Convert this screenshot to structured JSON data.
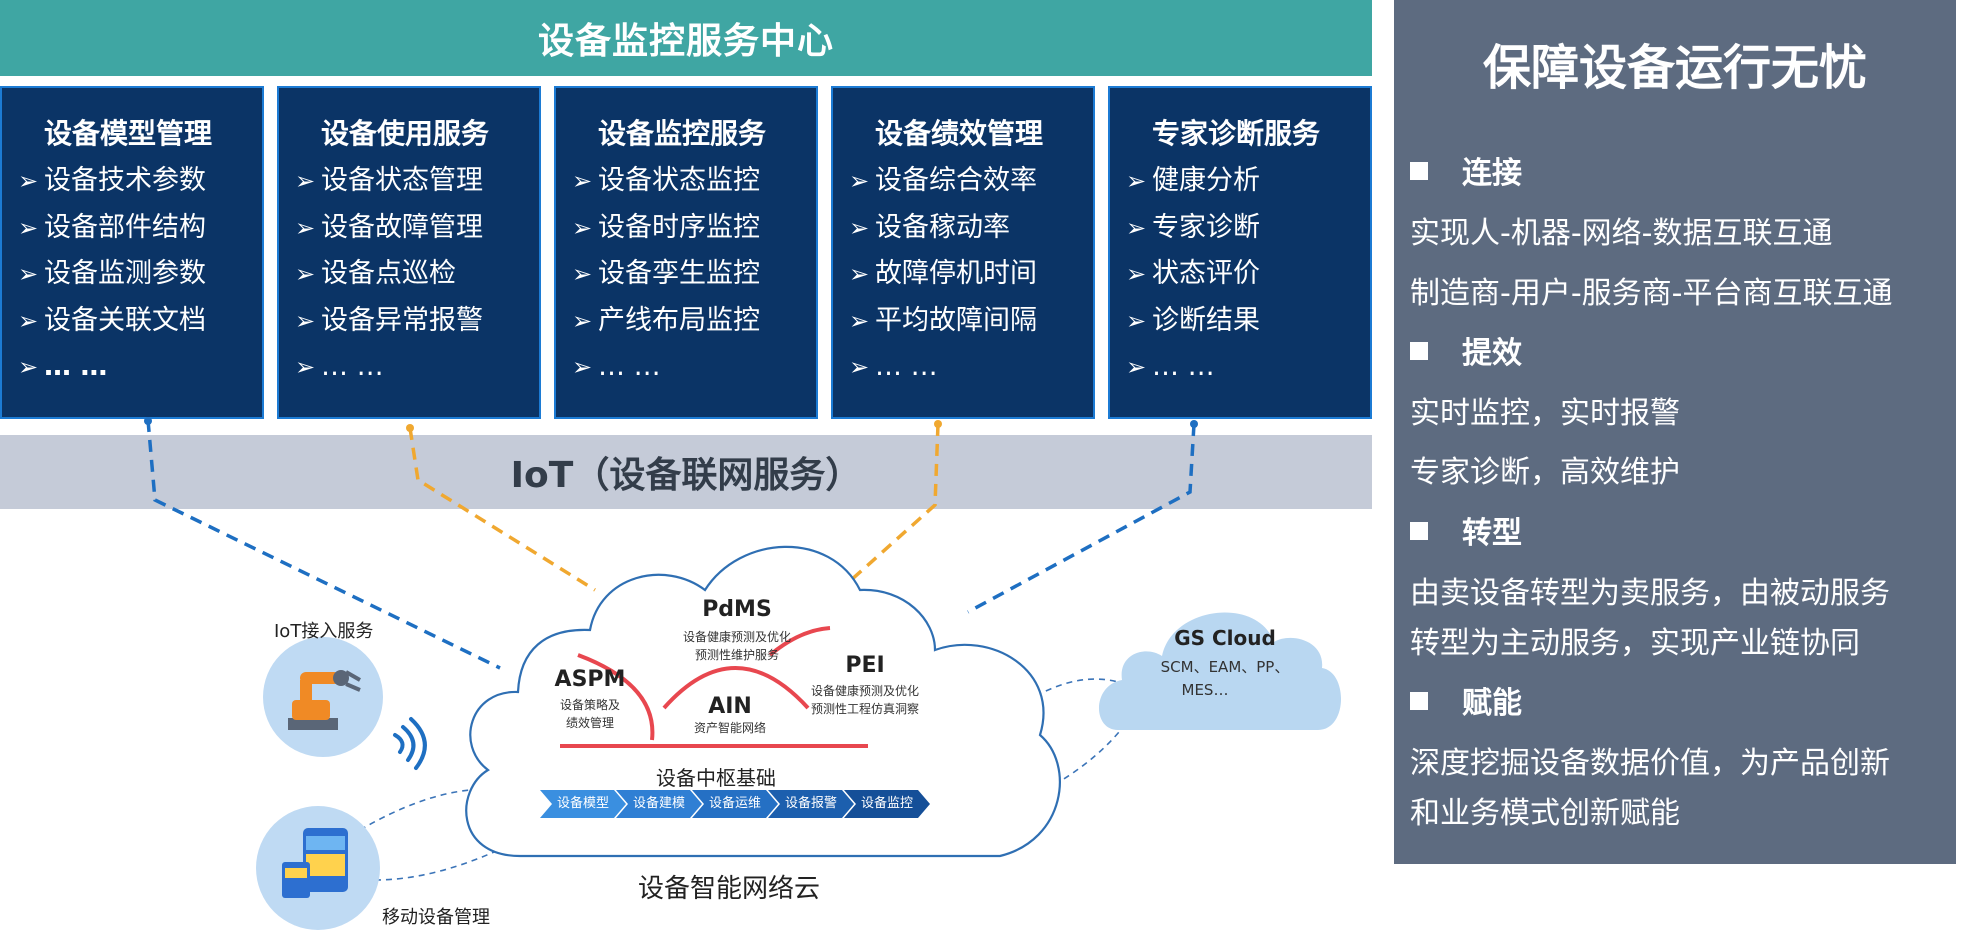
{
  "header": {
    "title": "设备监控服务中心"
  },
  "service_boxes": [
    {
      "title": "设备模型管理",
      "items": [
        "设备技术参数",
        "设备部件结构",
        "设备监测参数",
        "设备关联文档",
        "… …"
      ]
    },
    {
      "title": "设备使用服务",
      "items": [
        "设备状态管理",
        "设备故障管理",
        "设备点巡检",
        "设备异常报警",
        "… …"
      ]
    },
    {
      "title": "设备监控服务",
      "items": [
        "设备状态监控",
        "设备时序监控",
        "设备孪生监控",
        "产线布局监控",
        "… …"
      ]
    },
    {
      "title": "设备绩效管理",
      "items": [
        "设备综合效率",
        "设备稼动率",
        "故障停机时间",
        "平均故障间隔",
        "… …"
      ]
    },
    {
      "title": "专家诊断服务",
      "items": [
        "健康分析",
        "专家诊断",
        "状态评价",
        "诊断结果",
        "… …"
      ]
    }
  ],
  "iot_bar": {
    "title": "IoT（设备联网服务）"
  },
  "diagram": {
    "iot_access_label": "IoT接入服务",
    "mobile_label": "移动设备管理",
    "cloud_label": "设备智能网络云",
    "pdms": {
      "title": "PdMS",
      "line1": "设备健康预测及优化",
      "line2": "预测性维护服务"
    },
    "aspm": {
      "title": "ASPM",
      "line1": "设备策略及",
      "line2": "绩效管理"
    },
    "pei": {
      "title": "PEI",
      "line1": "设备健康预测及优化",
      "line2": "预测性工程仿真洞察"
    },
    "ain": {
      "title": "AIN",
      "line1": "资产智能网络"
    },
    "foundation": {
      "title": "设备中枢基础",
      "steps": [
        "设备模型",
        "设备建模",
        "设备运维",
        "设备报警",
        "设备监控"
      ]
    },
    "gs_cloud": {
      "title": "GS Cloud",
      "line1": "SCM、EAM、PP、",
      "line2": "MES…"
    }
  },
  "right_panel": {
    "title": "保障设备运行无忧",
    "sections": [
      {
        "heading": "连接",
        "lines": [
          "实现人-机器-网络-数据互联互通",
          "制造商-用户-服务商-平台商互联互通"
        ]
      },
      {
        "heading": "提效",
        "lines": [
          "实时监控，实时报警",
          "专家诊断，高效维护"
        ]
      },
      {
        "heading": "转型",
        "lines": [
          "由卖设备转型为卖服务，由被动服务",
          "转型为主动服务，实现产业链协同"
        ]
      },
      {
        "heading": "赋能",
        "lines": [
          "深度挖掘设备数据价值，为产品创新",
          "和业务模式创新赋能"
        ]
      }
    ]
  },
  "colors": {
    "header_bg": "#3fa6a3",
    "box_bg": "#0b3466",
    "box_border": "#1c7bd4",
    "iot_bg": "#c5cbd8",
    "panel_bg": "#5d6b80",
    "arc_red": "#e8474f",
    "dash_blue": "#1e6fc2",
    "dash_orange": "#f0a830"
  }
}
